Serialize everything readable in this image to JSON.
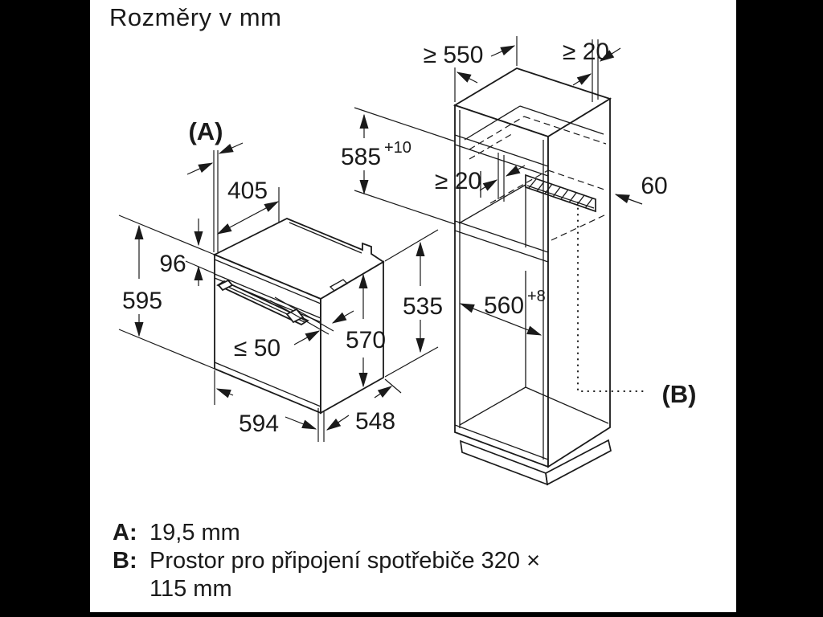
{
  "title": "Rozměry v mm",
  "colors": {
    "line": "#1a1a1a",
    "background": "#ffffff",
    "pillarbox": "#000000"
  },
  "oven_dims": {
    "a_ref": "(A)",
    "top_depth": "405",
    "panel_height": "96",
    "height": "595",
    "door_gap": "≤ 50",
    "depth": "570",
    "width": "594",
    "body_width": "548"
  },
  "cabinet_dims": {
    "top_depth": "≥ 550",
    "rear_gap_top": "≥ 20",
    "niche_height": "585",
    "niche_height_tol": "+10",
    "vent_gap": "≥ 20",
    "rear_space": "60",
    "front_height": "535",
    "niche_width": "560",
    "niche_width_tol": "+8",
    "b_ref": "(B)"
  },
  "legend": {
    "a_key": "A:",
    "a_value": "19,5 mm",
    "b_key": "B:",
    "b_line1": "Prostor pro připojení spotřebiče 320 ×",
    "b_line2": "115 mm"
  }
}
